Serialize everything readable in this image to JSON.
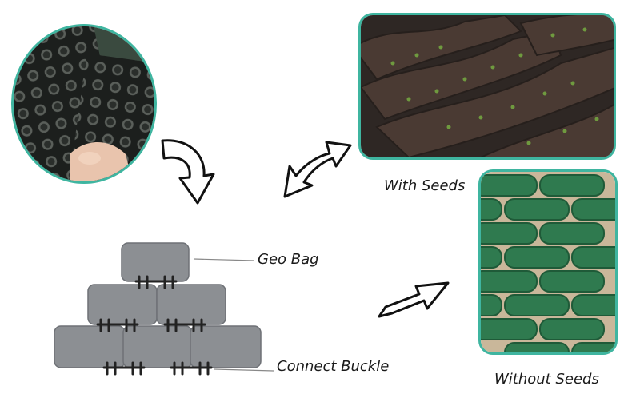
{
  "labels": {
    "with_seeds": "With Seeds",
    "without_seeds": "Without Seeds",
    "geo_bag": "Geo Bag",
    "connect_buckle": "Connect Buckle"
  },
  "colors": {
    "frame": "#3fb5a0",
    "bag_gray": "#8c8f93",
    "bag_outline": "#6e7176",
    "buckle": "#222222",
    "seeded_bag": "#4a3a33",
    "green_bag": "#2f7a4f",
    "sand": "#c9b79a"
  },
  "icons": [
    "curved-arrow-icon",
    "double-arrow-icon",
    "straight-arrow-icon"
  ]
}
